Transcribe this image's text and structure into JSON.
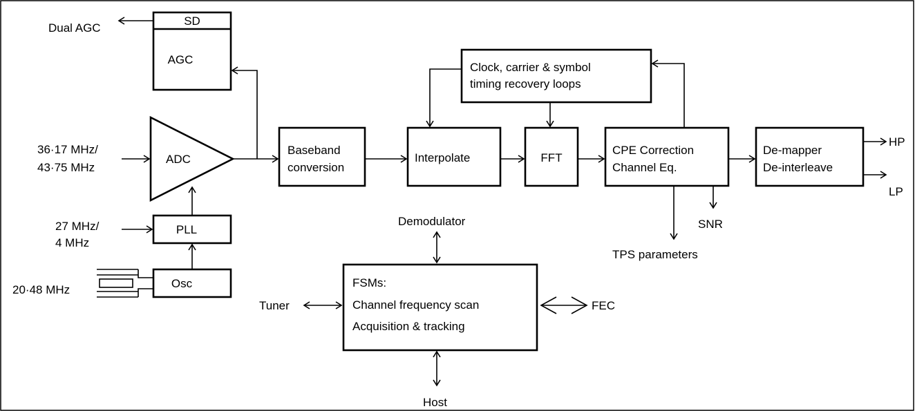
{
  "colors": {
    "stroke": "#000000",
    "background": "#ffffff"
  },
  "blocks": {
    "sd": "SD",
    "agc": "AGC",
    "adc": "ADC",
    "pll": "PLL",
    "osc": "Osc",
    "baseband": [
      "Baseband",
      "conversion"
    ],
    "interpolate": "Interpolate",
    "fft": "FFT",
    "recovery": [
      "Clock, carrier & symbol",
      "timing recovery loops"
    ],
    "cpe": [
      "CPE Correction",
      "Channel Eq."
    ],
    "demapper": [
      "De-mapper",
      "De-interleave"
    ],
    "fsm": [
      "FSMs:",
      "Channel frequency scan",
      "Acquisition & tracking"
    ]
  },
  "signals": {
    "dual_agc": "Dual AGC",
    "if_input": [
      "36·17 MHz/",
      "43·75 MHz"
    ],
    "ref_clock": [
      "27 MHz/",
      "4 MHz"
    ],
    "crystal": "20·48 MHz",
    "hp": "HP",
    "lp": "LP",
    "snr": "SNR",
    "tps": "TPS parameters",
    "demodulator": "Demodulator",
    "tuner": "Tuner",
    "fec": "FEC",
    "host": "Host"
  }
}
